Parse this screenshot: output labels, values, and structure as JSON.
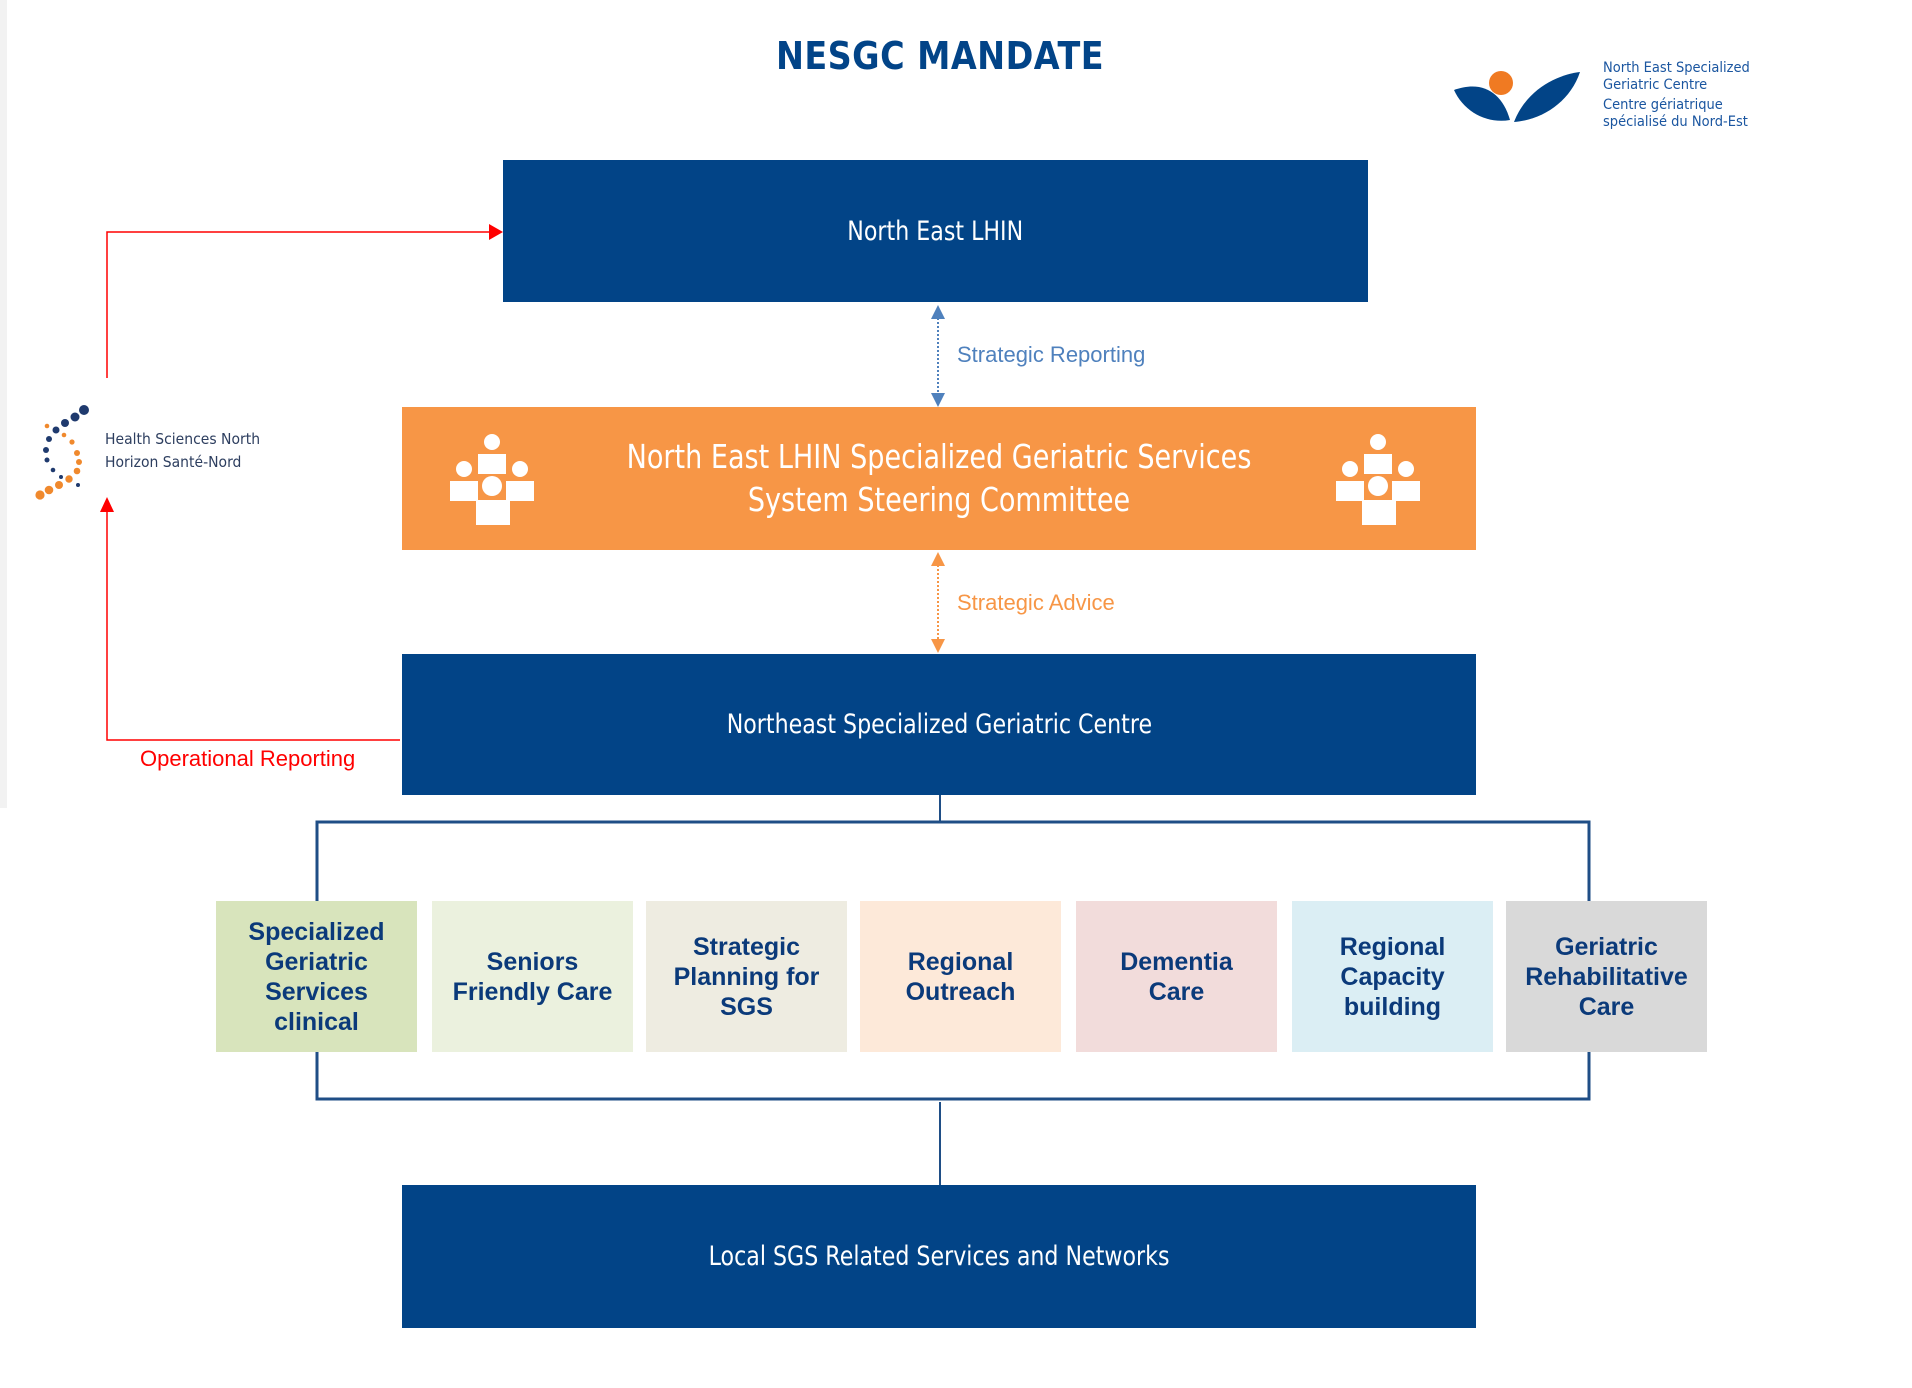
{
  "title": "NESGC MANDATE",
  "logos": {
    "nesgc": {
      "line1": "North East Specialized",
      "line2": "Geriatric Centre",
      "line3": "Centre gériatrique",
      "line4": "spécialisé du Nord-Est",
      "icon": "leaves-with-orange-dot-icon",
      "colors": {
        "blue": "#024487",
        "orange": "#f07a22"
      }
    },
    "hsn": {
      "line1": "Health Sciences North",
      "line2": "Horizon Santé-Nord",
      "icon": "dotted-s-spiral-icon",
      "colors": {
        "navy": "#1f3a6e",
        "orange": "#f0892d"
      }
    }
  },
  "nodes": {
    "lhin": "North East LHIN",
    "committee": {
      "line1": "North East LHIN Specialized Geriatric Services",
      "line2": "System Steering Committee",
      "icon": "people-group-icon"
    },
    "centre": "Northeast Specialized Geriatric Centre",
    "local": "Local SGS Related Services and Networks"
  },
  "relations": {
    "strategic_reporting": "Strategic Reporting",
    "strategic_advice": "Strategic Advice",
    "operational_reporting": "Operational Reporting"
  },
  "tiles": [
    {
      "label": "Specialized Geriatric Services clinical",
      "color": "#d8e4bc"
    },
    {
      "label": "Seniors Friendly Care",
      "color": "#ebf1de"
    },
    {
      "label": "Strategic Planning for SGS",
      "color": "#eeece1"
    },
    {
      "label": "Regional Outreach",
      "color": "#fde9d9"
    },
    {
      "label": "Dementia Care",
      "color": "#f2dcdb"
    },
    {
      "label": "Regional Capacity building",
      "color": "#dbeef4"
    },
    {
      "label": "Geriatric Rehabilitative Care",
      "color": "#d9d9d9"
    }
  ],
  "colors": {
    "navy": "#024487",
    "orange": "#f79646",
    "reporting_blue": "#4f81bd",
    "operational_red": "#ff0000",
    "tile_text": "#0b3a7a"
  }
}
